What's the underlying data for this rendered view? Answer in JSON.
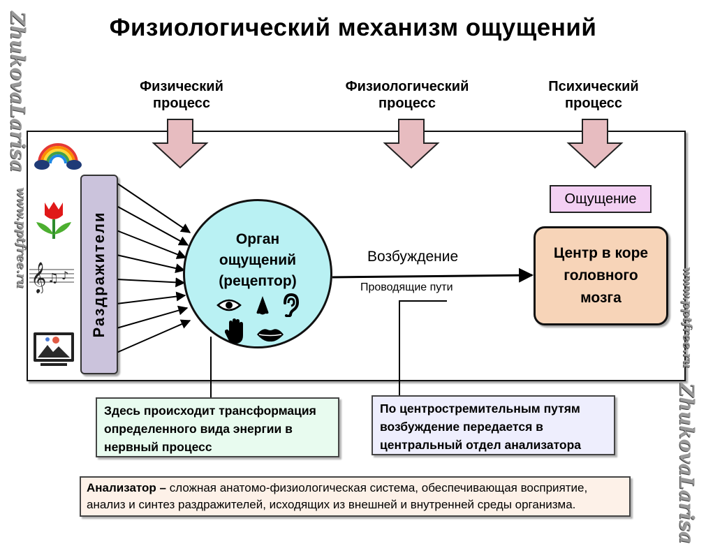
{
  "title": "Физиологический механизм ощущений",
  "processes": [
    {
      "line1": "Физический",
      "line2": "процесс"
    },
    {
      "line1": "Физиологический",
      "line2": "процесс"
    },
    {
      "line1": "Психический",
      "line2": "процесс"
    }
  ],
  "stimuli": {
    "label": "Раздражители",
    "icons": [
      "rainbow-icon",
      "tulip-icon",
      "music-notes-icon",
      "tv-icon"
    ]
  },
  "organ": {
    "line1": "Орган",
    "line2": "ощущений",
    "line3": "(рецептор)",
    "icons": [
      "eye-icon",
      "nose-icon",
      "ear-icon",
      "hand-icon",
      "lips-icon"
    ]
  },
  "excitation": "Возбуждение",
  "pathways": "Проводящие пути",
  "sensation": "Ощущение",
  "cortex": {
    "line1": "Центр в коре",
    "line2": "головного",
    "line3": "мозга"
  },
  "note_left": {
    "line1": "Здесь  происходит  трансформация",
    "line2": "определенного вида  энергии  в",
    "line3": "нервный  процесс"
  },
  "note_right": {
    "line1": "По  центростремительным  путям",
    "line2": "возбуждение  передается  в",
    "line3": "центральный  отдел  анализатора"
  },
  "definition": {
    "term": "Анализатор –",
    "text": " сложная анатомо-физиологическая система, обеспечивающая восприятие, анализ и синтез раздражителей, исходящих из внешней и внутренней среды организма."
  },
  "watermarks": {
    "left_top": "ZhukovaLarisa",
    "left_bottom": "www.pptfree.ru",
    "right_top": "www.pptfree.ru",
    "right_bottom": "ZhukovaLarisa"
  },
  "colors": {
    "process_arrow": "#e7bcc0",
    "stimuli_bar": "#cbc3dc",
    "organ_fill": "#b9f1f3",
    "sensation_fill": "#f3d0f3",
    "cortex_fill": "#f7d4b8",
    "note_left_fill": "#e8fbef",
    "note_right_fill": "#eeeefd",
    "definition_fill": "#fdf1e8"
  }
}
